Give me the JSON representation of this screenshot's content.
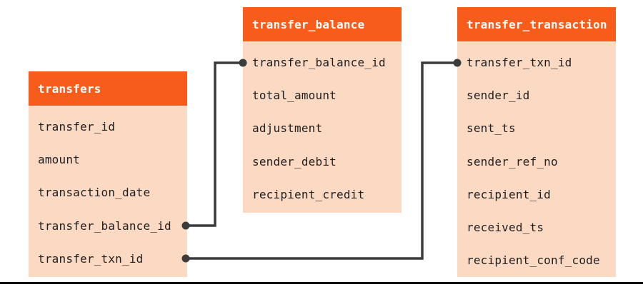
{
  "diagram": {
    "tables": [
      {
        "name": "transfers",
        "fields": [
          "transfer_id",
          "amount",
          "transaction_date",
          "transfer_balance_id",
          "transfer_txn_id"
        ]
      },
      {
        "name": "transfer_balance",
        "fields": [
          "transfer_balance_id",
          "total_amount",
          "adjustment",
          "sender_debit",
          "recipient_credit"
        ]
      },
      {
        "name": "transfer_transaction",
        "fields": [
          "transfer_txn_id",
          "sender_id",
          "sent_ts",
          "sender_ref_no",
          "recipient_id",
          "received_ts",
          "recipient_conf_code"
        ]
      }
    ],
    "relationships": [
      {
        "from": "transfers.transfer_balance_id",
        "to": "transfer_balance.transfer_balance_id"
      },
      {
        "from": "transfers.transfer_txn_id",
        "to": "transfer_transaction.transfer_txn_id"
      }
    ],
    "colors": {
      "header_background": "#F75C1B",
      "header_text": "#FFFFFF",
      "body_background": "#FCD9C3",
      "field_text": "#202020",
      "connector": "#3B3B3B",
      "bottom_rule": "#0B0B0B"
    }
  }
}
